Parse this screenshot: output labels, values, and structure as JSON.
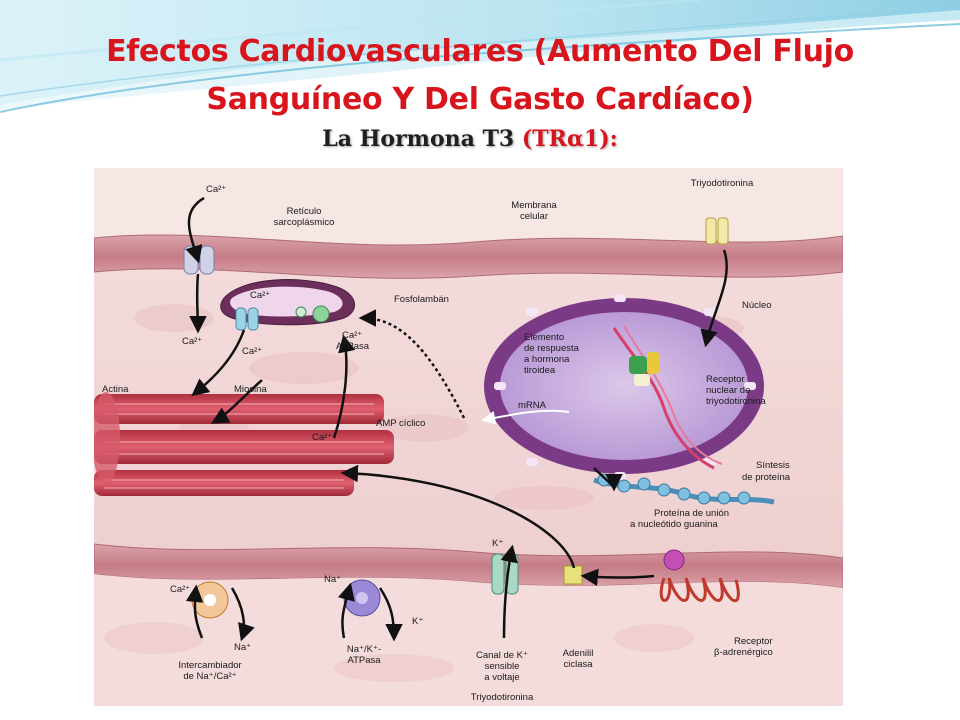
{
  "slide": {
    "title_line1": "Efectos Cardiovasculares (Aumento Del Flujo",
    "title_line2": "Sanguíneo Y Del Gasto Cardíaco)",
    "subtitle_main": "La Hormona T3 ",
    "subtitle_paren": "(TRα1):"
  },
  "diagram": {
    "labels": {
      "ca_top": "Ca²⁺",
      "reticulo_1": "Retículo",
      "reticulo_2": "sarcoplásmico",
      "membrana_1": "Membrana",
      "membrana_2": "celular",
      "triyodotironina_top": "Triyodotironina",
      "ca_sr": "Ca²⁺",
      "fosfolamban": "Fosfolambán",
      "nucleo": "Núcleo",
      "ca_left": "Ca²⁺",
      "ca_release": "Ca²⁺",
      "ca_atpasa_1": "Ca²⁺",
      "ca_atpasa_2": "ATPasa",
      "elemento_1": "Elemento",
      "elemento_2": "de respuesta",
      "elemento_3": "a hormona",
      "elemento_4": "tiroidea",
      "receptor_1": "Receptor",
      "receptor_2": "nuclear de",
      "receptor_3": "triyodotironina",
      "actina": "Actina",
      "miosina": "Miosina",
      "mrna": "mRNA",
      "amp_ciclico": "AMP cíclico",
      "ca_myo": "Ca²⁺",
      "sintesis_1": "Síntesis",
      "sintesis_2": "de proteína",
      "proteina_1": "Proteína de unión",
      "proteina_2": "a nucleótido guanina",
      "k_channel": "K⁺",
      "ca_exch": "Ca²⁺",
      "na_pump": "Na⁺",
      "na_exch": "Na⁺",
      "k_pump": "K⁺",
      "napump_1": "Na⁺/K⁺-",
      "napump_2": "ATPasa",
      "adenilil_1": "Adenilil",
      "adenilil_2": "ciclasa",
      "receptor_b_1": "Receptor",
      "receptor_b_2": "β-adrenérgico",
      "intercambiador_1": "Intercambiador",
      "intercambiador_2": "de Na⁺/Ca²⁺",
      "canal_1": "Canal de K⁺",
      "canal_2": "sensible",
      "canal_3": "a voltaje",
      "triyodotironina_bottom": "Triyodotironina"
    }
  }
}
